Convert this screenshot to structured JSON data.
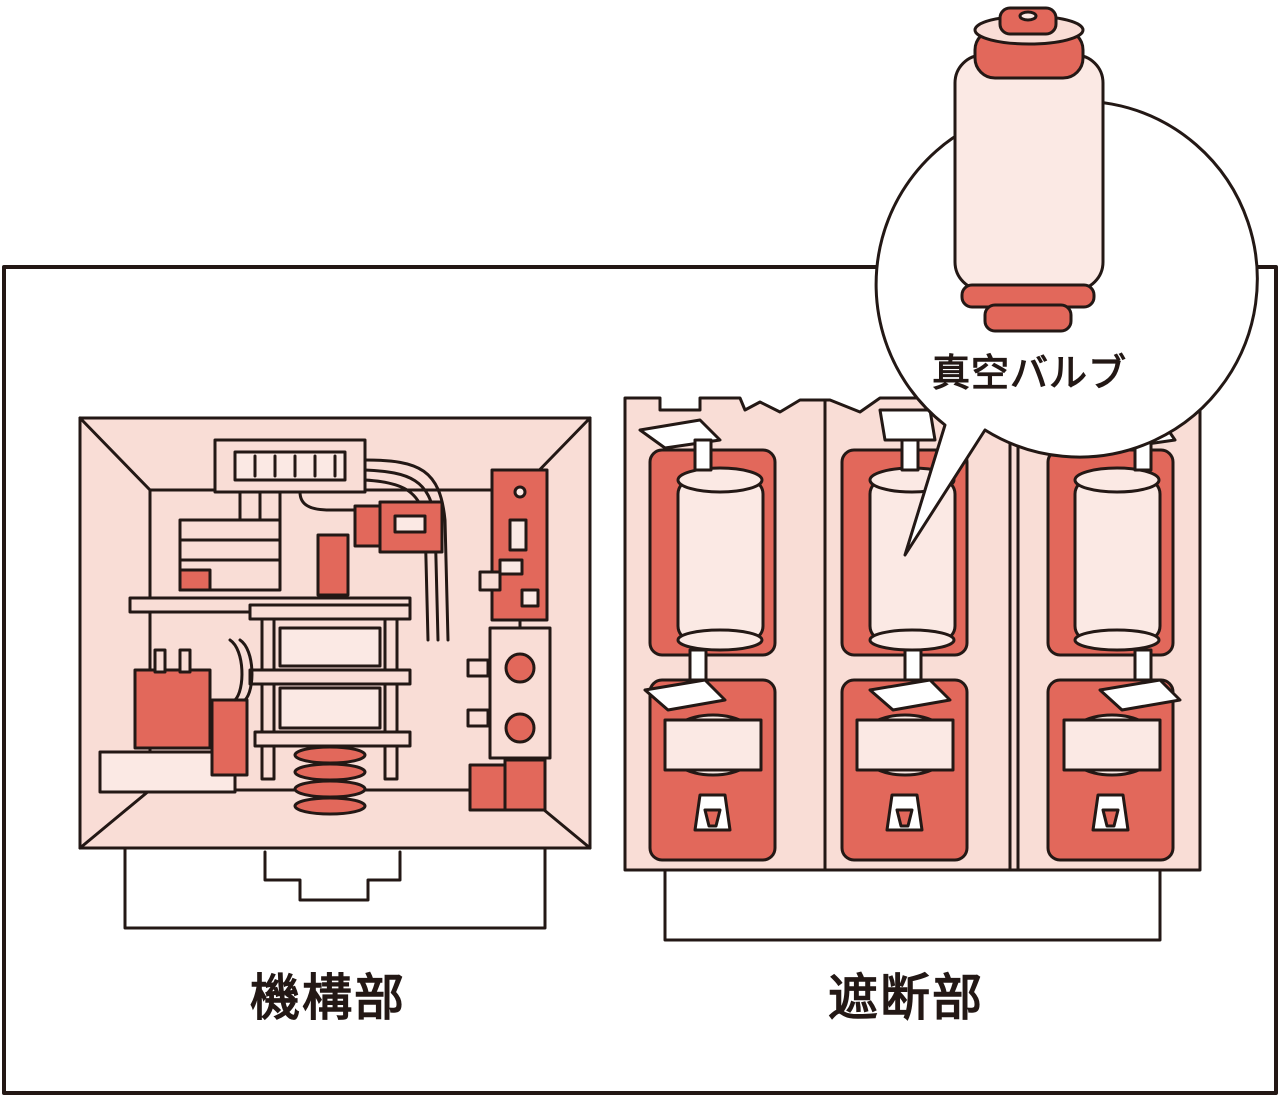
{
  "labels": {
    "mechanism": "機構部",
    "breaker": "遮断部",
    "vacuum_valve": "真空バルブ"
  },
  "colors": {
    "outline": "#231815",
    "pink_fill": "#f9ddd6",
    "red_fill": "#e2685b",
    "light_fill": "#fbe9e4",
    "background": "#ffffff"
  }
}
